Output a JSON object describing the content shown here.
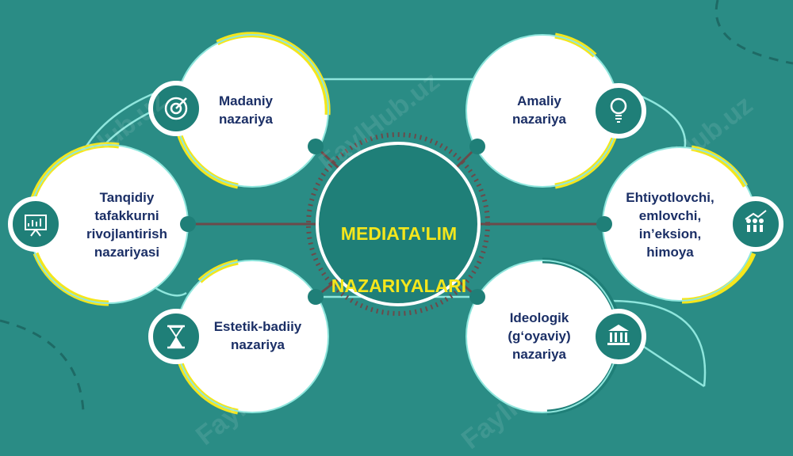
{
  "center": {
    "line1": "MEDIATA'LIM",
    "line2": "NAZARIYALARI"
  },
  "nodes": [
    {
      "label": "Madaniy\nnazariya",
      "icon": "target-icon"
    },
    {
      "label": "Tanqidiy\ntafakkurni\nrivojlantirish\nnazariyasi",
      "icon": "presentation-chart-icon"
    },
    {
      "label": "Estetik-badiiy\nnazariya",
      "icon": "hourglass-icon"
    },
    {
      "label": "Amaliy\nnazariya",
      "icon": "lightbulb-icon"
    },
    {
      "label": "Ehtiyotlovchi,\nemlovchi,\nin’eksion,\nhimoya",
      "icon": "people-growth-icon"
    },
    {
      "label": "Ideologik\n(g‘oyaviy)\nnazariya",
      "icon": "institution-icon"
    }
  ],
  "watermark": "FaylHub.uz",
  "colors": {
    "background": "#2a8c85",
    "accent": "#f4e61c",
    "center_fill": "#1f7f78",
    "node_fill": "#ffffff",
    "icon_fill": "#1f7f78",
    "text": "#1b2f66"
  }
}
